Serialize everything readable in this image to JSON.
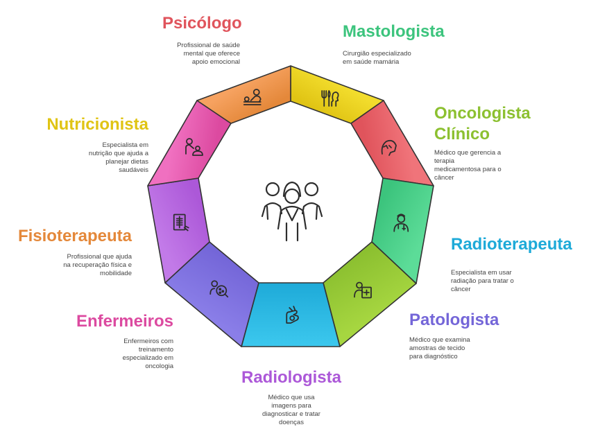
{
  "specialists": [
    {
      "id": "psicologo",
      "title": "Psicólogo",
      "lines": [
        "Profissional de saúde",
        "mental que oferece",
        "apoio emocional"
      ],
      "color": "#e0545c",
      "fill": "#f0747a",
      "icon": "head-hands-icon"
    },
    {
      "id": "mastologista",
      "title": "Mastologista",
      "lines": [
        "Cirurgião especializado",
        "em saúde mamária"
      ],
      "color": "#3cc47d",
      "fill": "#5cdc98",
      "icon": "doctor-icon"
    },
    {
      "id": "oncologista",
      "title": "Oncologista",
      "title2": "Clínico",
      "lines": [
        "Médico que gerencia a",
        "terapia",
        "medicamentosa para o",
        "câncer"
      ],
      "color": "#8cc030",
      "fill": "#a6d640",
      "icon": "clipboard-person-icon"
    },
    {
      "id": "radioterapeuta",
      "title": "Radioterapeuta",
      "lines": [
        "Especialista em usar",
        "radiação para tratar o",
        "câncer"
      ],
      "color": "#1eaad8",
      "fill": "#3cc8ee",
      "icon": "radiation-hand-icon"
    },
    {
      "id": "patologista",
      "title": "Patologista",
      "lines": [
        "Médico que examina",
        "amostras de tecido",
        "para diagnóstico"
      ],
      "color": "#7466d8",
      "fill": "#8a7ee8",
      "icon": "magnifier-cells-icon"
    },
    {
      "id": "radiologista",
      "title": "Radiologista",
      "lines": [
        "Médico que usa",
        "imagens para",
        "diagnosticar e tratar",
        "doenças"
      ],
      "color": "#ac58d8",
      "fill": "#c27ae8",
      "icon": "xray-icon"
    },
    {
      "id": "enfermeiros",
      "title": "Enfermeiros",
      "lines": [
        "Enfermeiros com",
        "treinamento",
        "especializado em",
        "oncologia"
      ],
      "color": "#dc4aa0",
      "fill": "#f070c0",
      "icon": "nurse-patient-icon"
    },
    {
      "id": "fisioterapeuta",
      "title": "Fisioterapeuta",
      "lines": [
        "Profissional que ajuda",
        "na recuperação física e",
        "mobilidade"
      ],
      "color": "#e4883a",
      "fill": "#f6a260",
      "icon": "massage-icon"
    },
    {
      "id": "nutricionista",
      "title": "Nutricionista",
      "lines": [
        "Especialista em",
        "nutrição que ajuda a",
        "planejar dietas",
        "saudáveis"
      ],
      "color": "#e0c414",
      "fill": "#f2dc2c",
      "icon": "fork-knife-head-icon"
    }
  ],
  "center_icon": "team-group-icon",
  "outline_color": "#333333"
}
